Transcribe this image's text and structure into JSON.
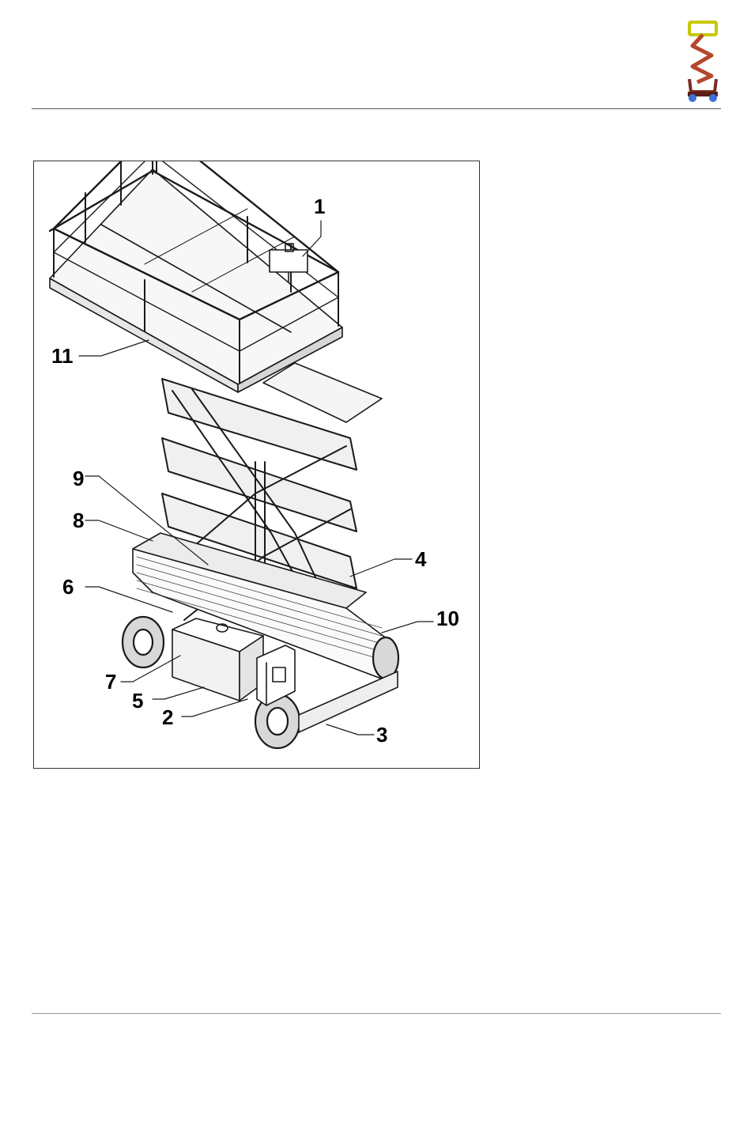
{
  "colors": {
    "rule": "#555555",
    "logo_yellow": "#c8c800",
    "logo_red": "#b5472f",
    "logo_blue": "#3b6fd4",
    "line": "#1a1a1a"
  },
  "logo": {
    "icon": "scissor-lift-logo-icon"
  },
  "figure": {
    "icon": "scissor-lift-drawing-icon",
    "callouts": [
      {
        "id": "1",
        "text": "1"
      },
      {
        "id": "11",
        "text": "11"
      },
      {
        "id": "9",
        "text": "9"
      },
      {
        "id": "8",
        "text": "8"
      },
      {
        "id": "4",
        "text": "4"
      },
      {
        "id": "6",
        "text": "6"
      },
      {
        "id": "10",
        "text": "10"
      },
      {
        "id": "7",
        "text": "7"
      },
      {
        "id": "5",
        "text": "5"
      },
      {
        "id": "2",
        "text": "2"
      },
      {
        "id": "3",
        "text": "3"
      }
    ]
  }
}
